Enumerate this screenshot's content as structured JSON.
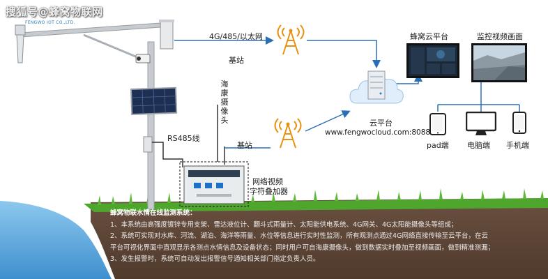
{
  "watermark": "搜狐号@蜂窝物联网",
  "brand": "FENGWO IOT CO.,LTD.",
  "labels": {
    "network_link": "4G/485/以太网",
    "base_station_top": "基站",
    "base_station_bottom": "基站",
    "camera": "海康摄像头",
    "rs485": "RS485线",
    "overlay_line1": "网络视频",
    "overlay_line2": "字符叠加器",
    "cloud_platform": "云平台",
    "cloud_url": "www.fengwocloud.com:8088",
    "fengwo_cloud": "蜂窝云平台",
    "monitor_video": "监控视频画面",
    "pad": "pad端",
    "pc": "电脑端",
    "phone": "手机端"
  },
  "description": {
    "title": "蜂窝物联水情在线监测系统：",
    "lines": [
      "1、本系统由高强度镀锌专用支架、雷达液位计、翻斗式雨量计、太阳能供电系统、4G网关、4G太阳能摄像头等组成；",
      "2、系统可实现对水库、河流、湖泊、海洋等雨量、水位等信息进行实时性监测，所有观测点通过4G网络直接传输至云平台，在云",
      "平台可视化界面中直观显示各测点水情信息及设备状态；同时用户可自海康摄像头，做到数据实时叠加至视频画面，做到精准测漏；",
      "3、发生报警时，系统可自动发出报警信号通知相关部门指定负责人员。"
    ]
  },
  "colors": {
    "accent_blue": "#2a7fb8",
    "tower_orange": "#e8900f",
    "soil": "#5c4535",
    "grass": "#4fa62d",
    "water": "#4a9fd8",
    "arrow": "#2a6fb5"
  },
  "icons": [
    "radar-level-sensor-icon",
    "rain-gauge-icon",
    "camera-icon",
    "solar-panel-icon",
    "control-box-icon",
    "tower-icon",
    "server-icon",
    "cloud-icon",
    "tablet-icon",
    "monitor-icon",
    "phone-icon"
  ]
}
